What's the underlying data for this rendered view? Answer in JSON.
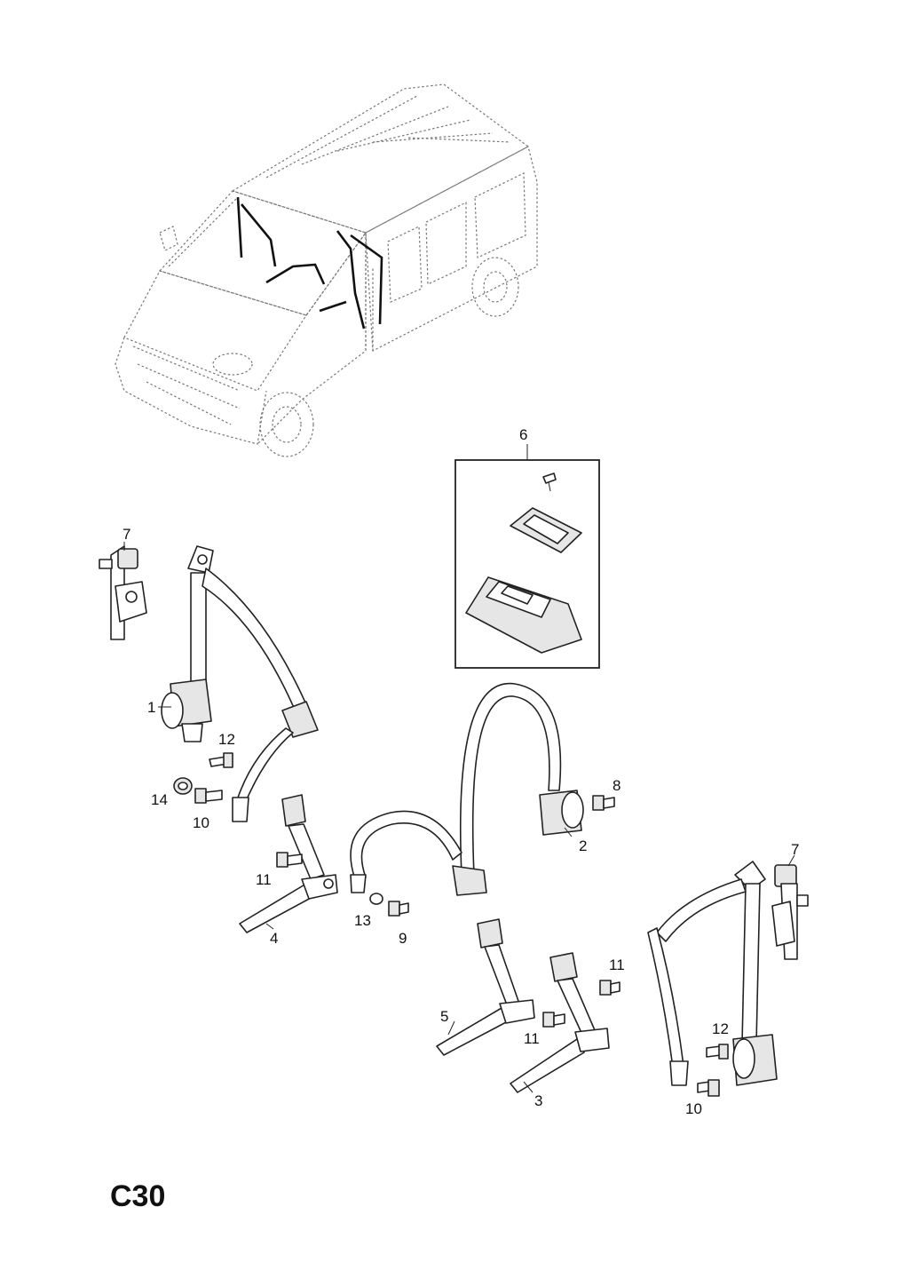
{
  "page_code": "C30",
  "callouts": {
    "c1": "1",
    "c2": "2",
    "c3": "3",
    "c4": "4",
    "c5": "5",
    "c6": "6",
    "c7a": "7",
    "c7b": "7",
    "c8": "8",
    "c9": "9",
    "c10a": "10",
    "c10b": "10",
    "c11a": "11",
    "c11b": "11",
    "c11c": "11",
    "c12a": "12",
    "c12b": "12",
    "c13": "13",
    "c14": "14"
  }
}
